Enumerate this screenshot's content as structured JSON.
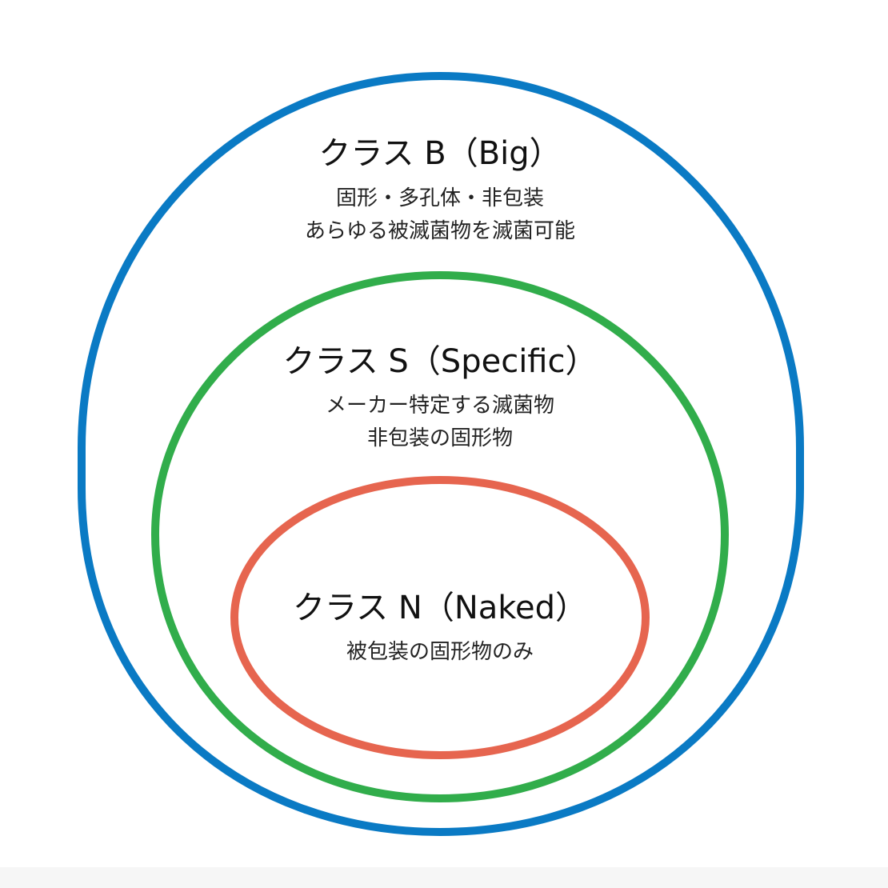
{
  "colors": {
    "class_b": "#0a7ac4",
    "class_s": "#31ad4b",
    "class_n": "#e6654f",
    "text": "#111111"
  },
  "classes": {
    "b": {
      "title": "クラス B（Big）",
      "lines": [
        "固形・多孔体・非包装",
        "あらゆる被滅菌物を滅菌可能"
      ]
    },
    "s": {
      "title": "クラス S（Specific）",
      "lines": [
        "メーカー特定する滅菌物",
        "非包装の固形物"
      ]
    },
    "n": {
      "title": "クラス N（Naked）",
      "lines": [
        "被包装の固形物のみ"
      ]
    }
  }
}
